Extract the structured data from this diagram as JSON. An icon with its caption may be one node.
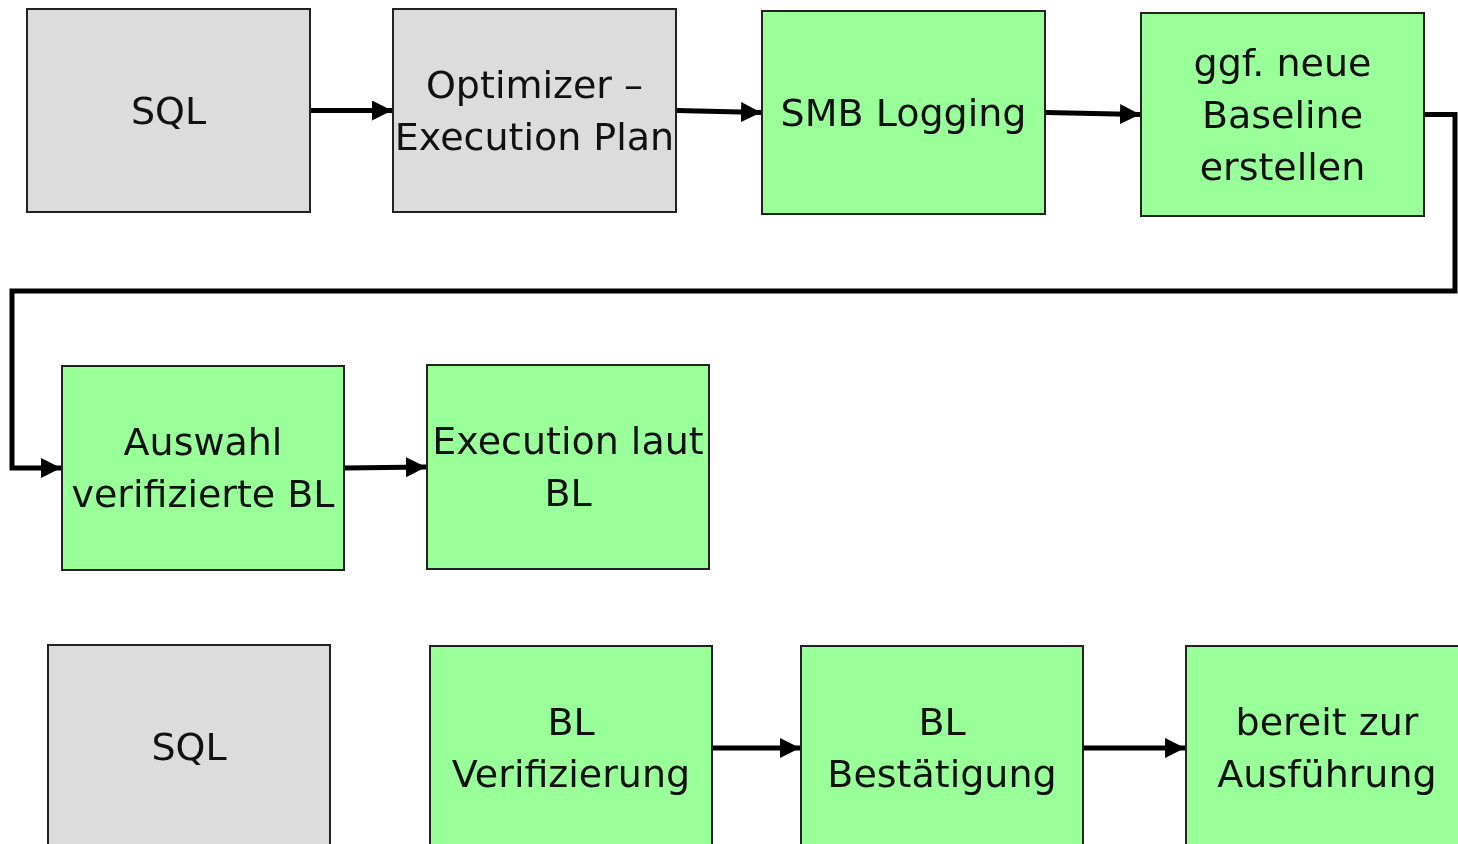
{
  "diagram": {
    "nodes": [
      {
        "text": [
          "SQL"
        ]
      },
      {
        "text": [
          "Optimizer – Execution Plan"
        ]
      },
      {
        "text": [
          "SMB Logging"
        ]
      },
      {
        "text": [
          "ggf. neue Baseline erstellen"
        ]
      },
      {
        "text": [
          "Auswahl verifizierte BL"
        ]
      },
      {
        "text": [
          "Execution laut BL"
        ]
      },
      {
        "text": [
          "SQL"
        ]
      },
      {
        "text": [
          "BL Verifizierung"
        ]
      },
      {
        "text": [
          "BL Bestätigung"
        ]
      },
      {
        "text": [
          "bereit zur Ausführung"
        ]
      }
    ],
    "edges": [
      {
        "from": 0,
        "to": 1,
        "arrow": "to"
      },
      {
        "from": 1,
        "to": 2,
        "arrow": "to"
      },
      {
        "from": 2,
        "to": 3,
        "arrow": "to"
      },
      {
        "from": 3,
        "to": 4,
        "arrow": "to"
      },
      {
        "from": 4,
        "to": 5,
        "arrow": "to"
      },
      {
        "from": 7,
        "to": 8,
        "arrow": "to"
      },
      {
        "from": 8,
        "to": 9,
        "arrow": "to"
      }
    ]
  }
}
